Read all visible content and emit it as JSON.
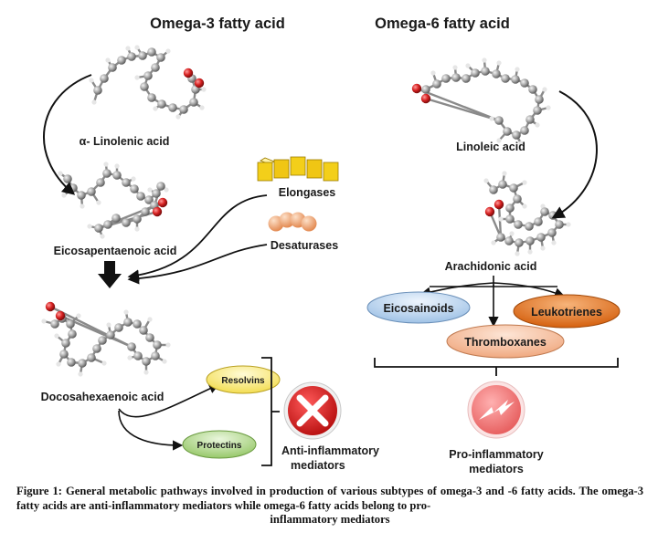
{
  "headers": {
    "omega3": "Omega-3 fatty acid",
    "omega6": "Omega-6 fatty acid"
  },
  "molecules": {
    "ala": "α- Linolenic acid",
    "epa": "Eicosapentaenoic acid",
    "dha": "Docosahexaenoic acid",
    "la": "Linoleic acid",
    "aa": "Arachidonic acid"
  },
  "enzymes": {
    "elongases": "Elongases",
    "desaturases": "Desaturases"
  },
  "omega3_products": {
    "resolvins": "Resolvins",
    "protectins": "Protectins",
    "anti_line1": "Anti-inflammatory",
    "anti_line2": "mediators"
  },
  "omega6_products": {
    "eicosanoids": "Eicosainoids",
    "leukotrienes": "Leukotrienes",
    "thromboxanes": "Thromboxanes",
    "pro_line1": "Pro-inflammatory",
    "pro_line2": "mediators"
  },
  "caption": {
    "line1": "Figure 1: General metabolic pathways involved in production of various subtypes of omega-3 and -6 fatty acids. The omega-3 fatty acids are anti-inflammatory mediators while omega-6 fatty acids belong to pro-",
    "line2": "inflammatory mediators"
  },
  "colors": {
    "atom_carbon": "#9a9a9a",
    "atom_oxygen": "#d62020",
    "elongase": "#f3cf1a",
    "desaturase": "#f2a978",
    "eicosanoids": "#b9d3ee",
    "leukotrienes": "#e8731e",
    "thromboxanes": "#f7c0a0",
    "resolvins": "#fbee8a",
    "protectins": "#b6db8a",
    "cross": "#dd1c1c",
    "bolt_circle": "#ef7171"
  }
}
